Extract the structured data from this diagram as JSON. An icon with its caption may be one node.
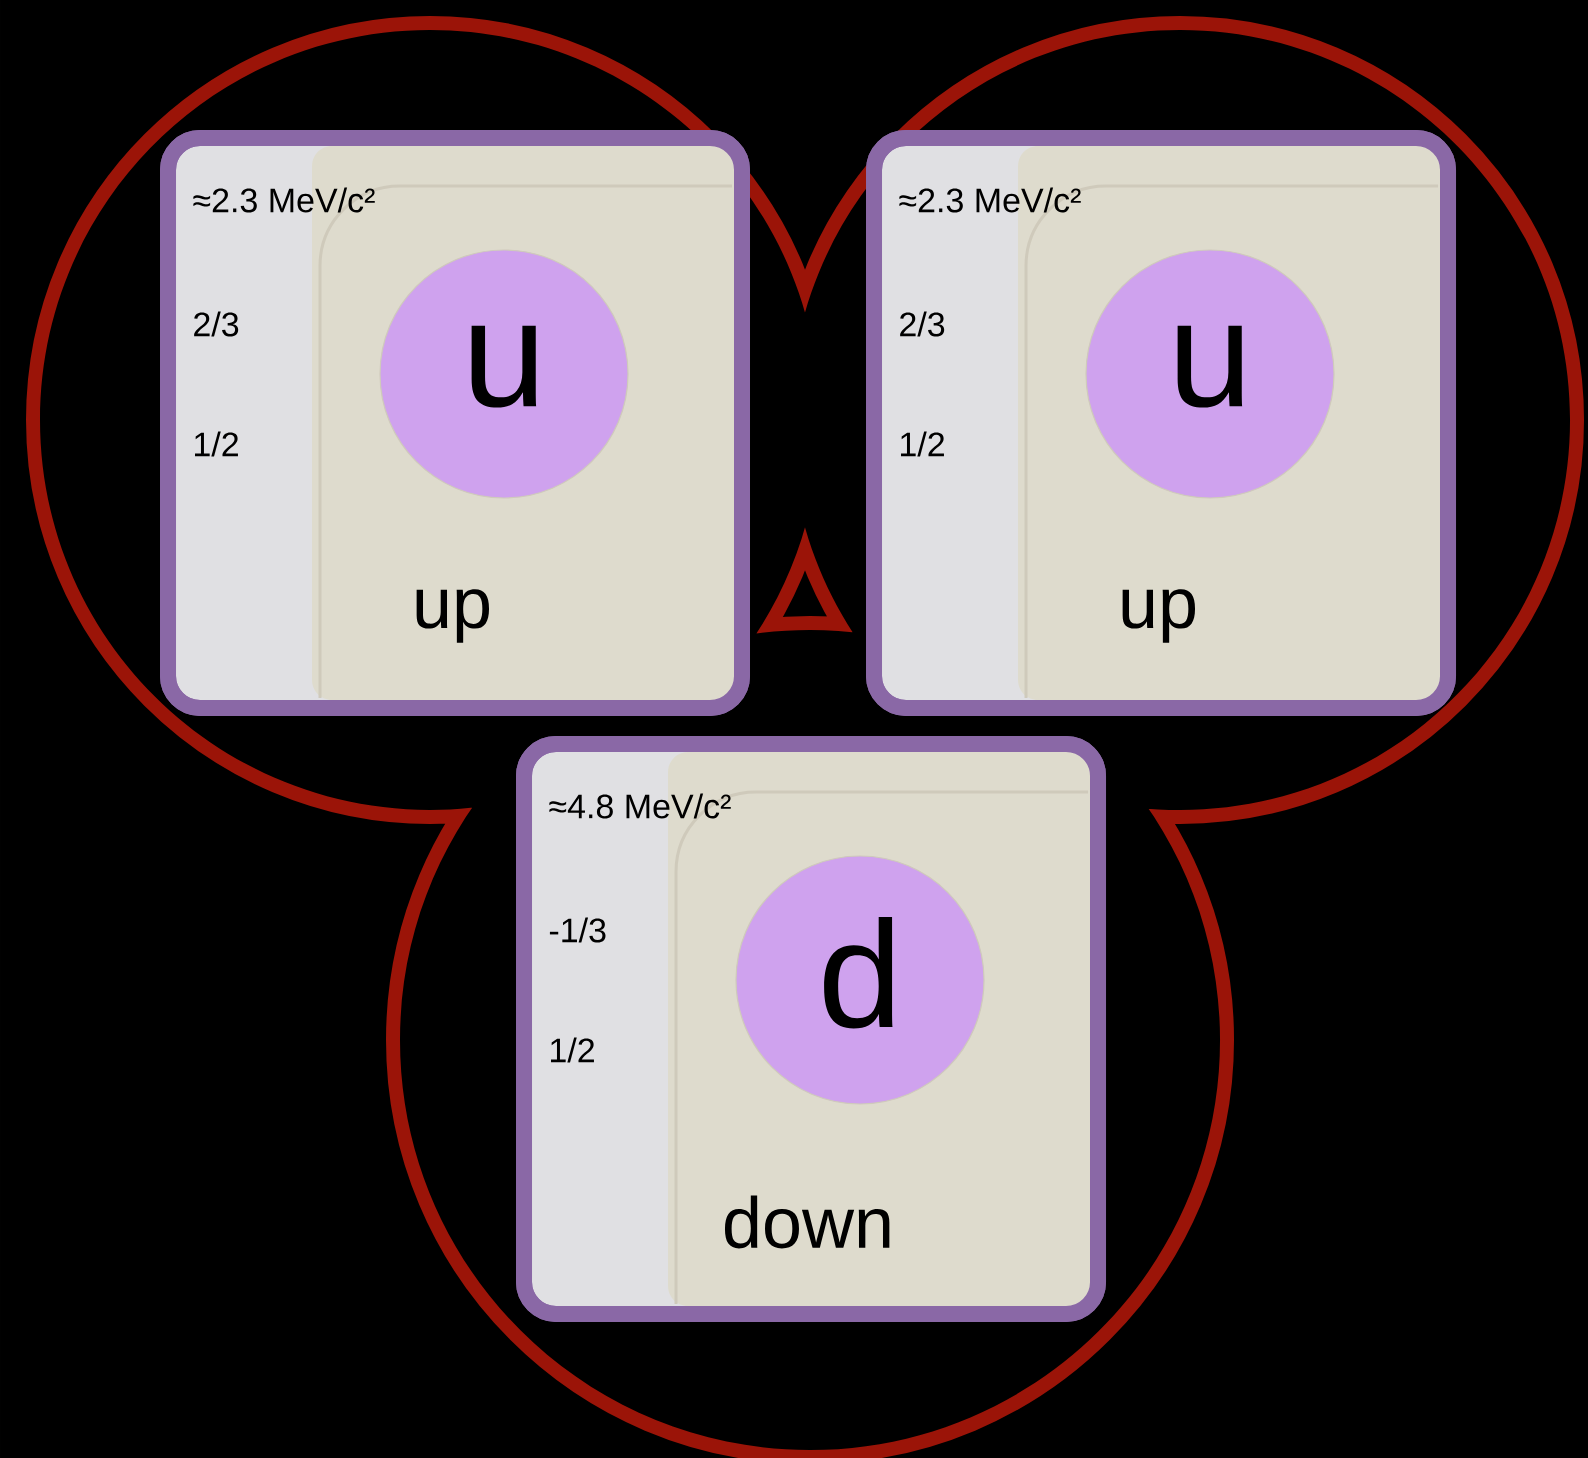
{
  "diagram": {
    "nodes": [
      {
        "text": [],
        "shape": "cloud"
      },
      {
        "text": [
          "≈2.3 MeV/c²",
          "2/3",
          "1/2",
          "up"
        ],
        "in": 0
      },
      {
        "text": [
          "u"
        ],
        "in": 1
      },
      {
        "text": [
          "≈2.3 MeV/c²",
          "2/3",
          "1/2",
          "up"
        ],
        "in": 0
      },
      {
        "text": [
          "u"
        ],
        "in": 3
      },
      {
        "text": [
          "≈4.8 MeV/c²",
          "-1/3",
          "1/2",
          "down"
        ],
        "in": 0
      },
      {
        "text": [
          "d"
        ],
        "in": 5
      }
    ]
  }
}
